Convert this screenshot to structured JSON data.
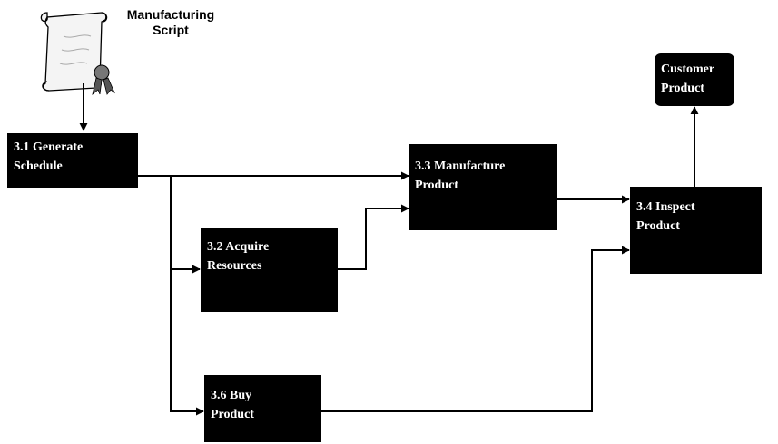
{
  "document": {
    "label": {
      "line1": "Manufacturing",
      "line2": "Script"
    }
  },
  "boxes": {
    "generate_schedule": {
      "line1": "3.1  Generate",
      "line2": "Schedule"
    },
    "acquire_resources": {
      "line1": "3.2 Acquire",
      "line2": "Resources"
    },
    "manufacture_product": {
      "line1": "3.3  Manufacture",
      "line2": "Product"
    },
    "inspect_product": {
      "line1": "3.4  Inspect",
      "line2": "Product"
    },
    "buy_product": {
      "line1": "3.6  Buy",
      "line2": "Product"
    },
    "customer_product": {
      "line1": "Customer",
      "line2": "Product"
    }
  },
  "colors": {
    "box_fill": "#000000",
    "box_text": "#ffffff",
    "connector": "#000000",
    "scroll_fill": "#f4f4f4",
    "ribbon": "#555555"
  }
}
